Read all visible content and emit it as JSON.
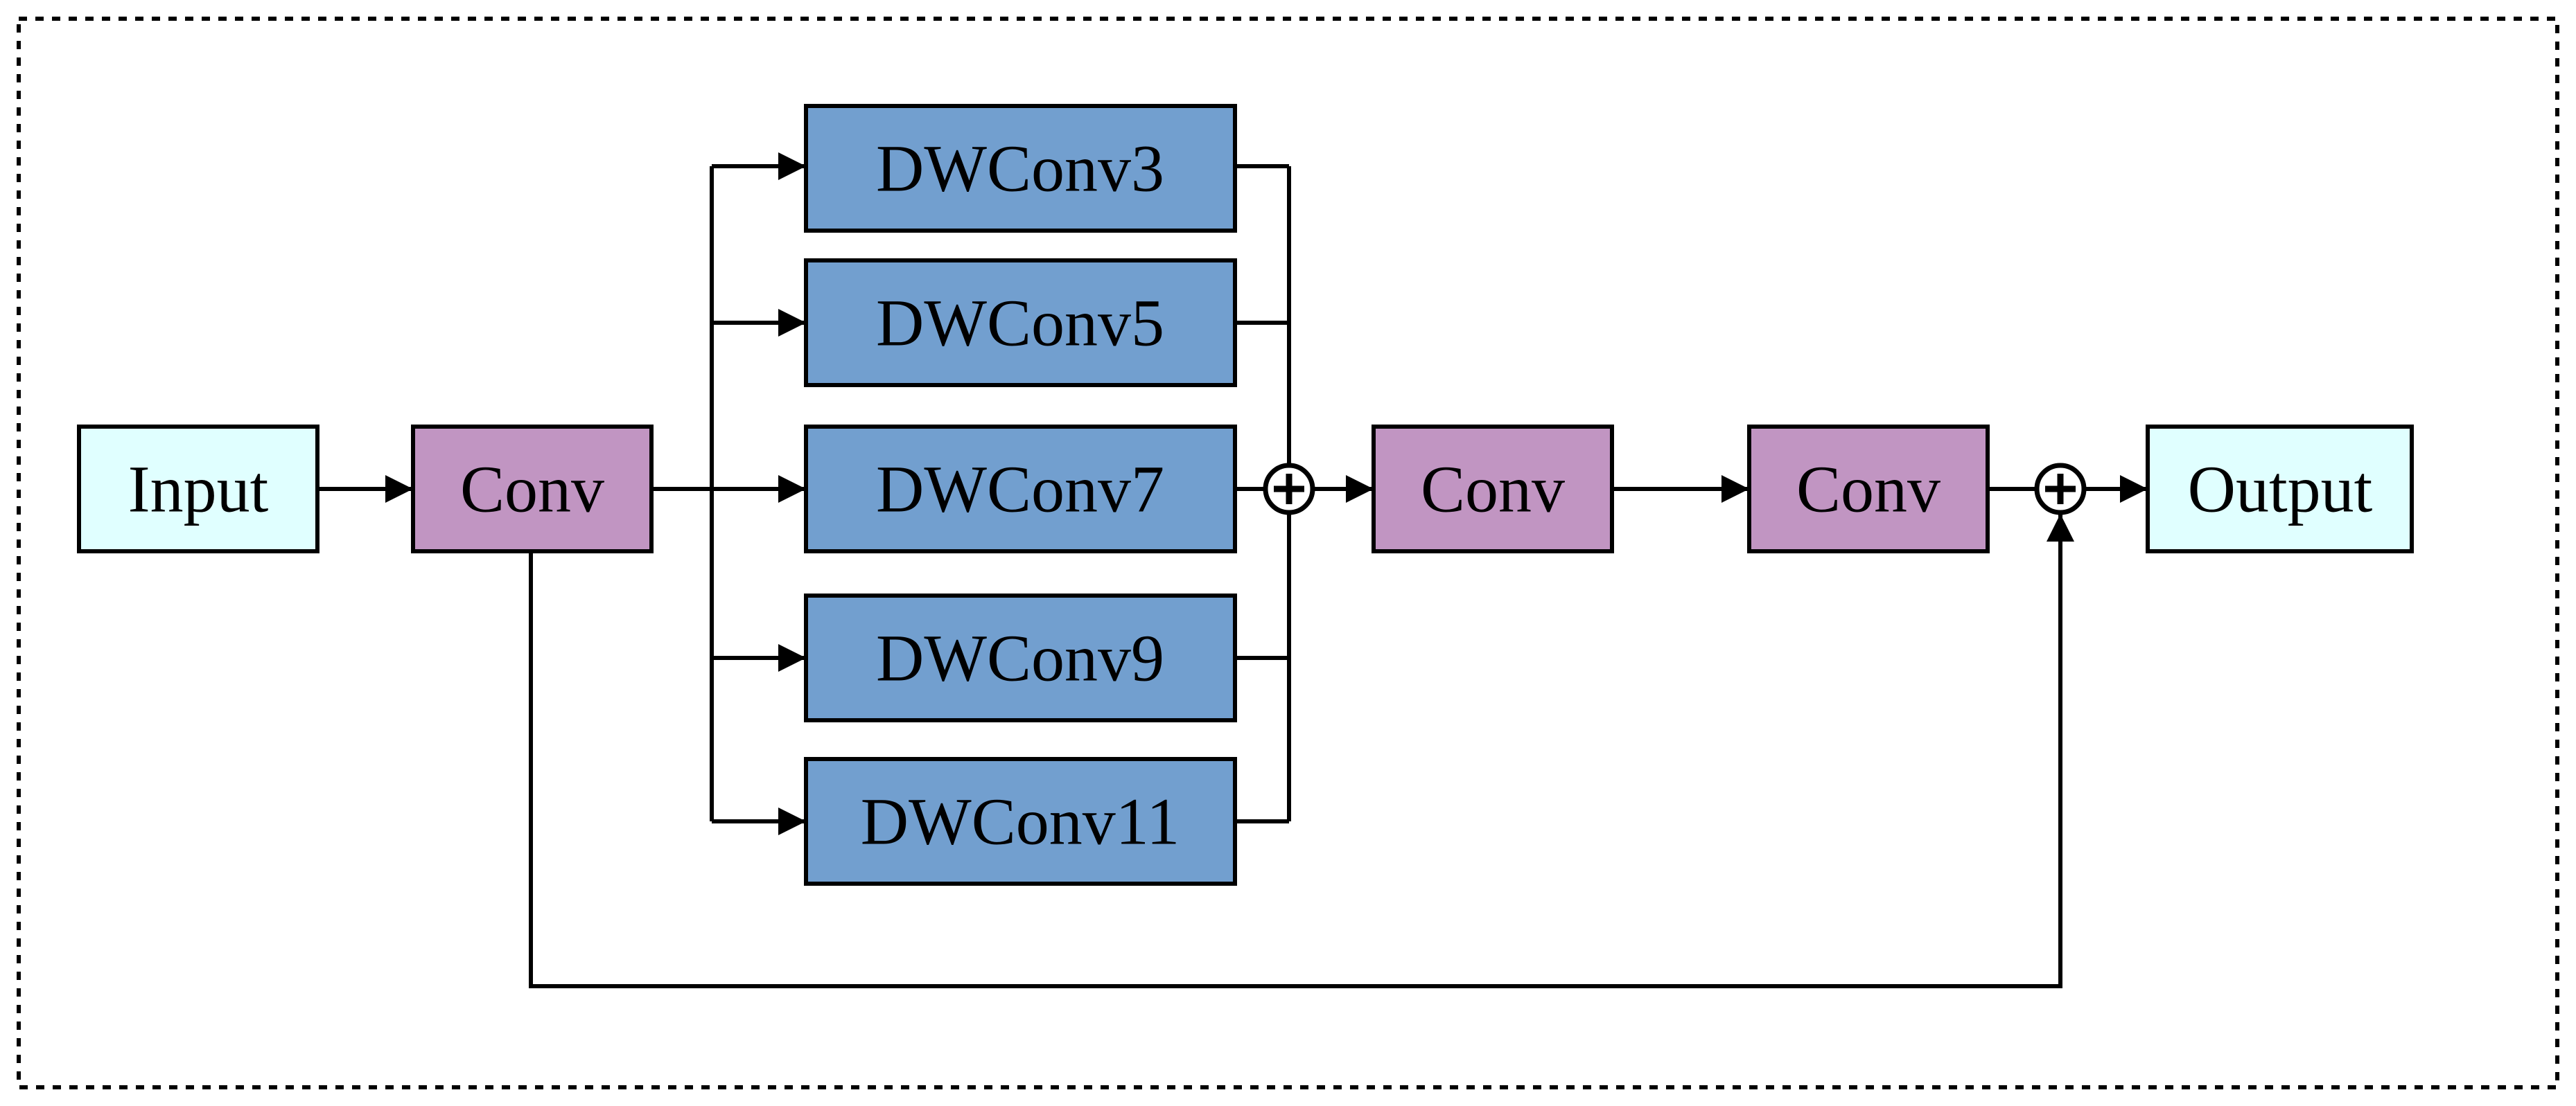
{
  "palette": {
    "io_fill": "#e0ffff",
    "conv_fill": "#c195c2",
    "dwconv_fill": "#729fcf",
    "stroke": "#000000",
    "background": "#ffffff"
  },
  "nodes": [
    {
      "id": "input",
      "label": "Input",
      "kind": "io"
    },
    {
      "id": "conv1",
      "label": "Conv",
      "kind": "conv"
    },
    {
      "id": "dw3",
      "label": "DWConv3",
      "kind": "dwconv"
    },
    {
      "id": "dw5",
      "label": "DWConv5",
      "kind": "dwconv"
    },
    {
      "id": "dw7",
      "label": "DWConv7",
      "kind": "dwconv"
    },
    {
      "id": "dw9",
      "label": "DWConv9",
      "kind": "dwconv"
    },
    {
      "id": "dw11",
      "label": "DWConv11",
      "kind": "dwconv"
    },
    {
      "id": "sum1",
      "label": "",
      "kind": "add"
    },
    {
      "id": "conv2",
      "label": "Conv",
      "kind": "conv"
    },
    {
      "id": "conv3",
      "label": "Conv",
      "kind": "conv"
    },
    {
      "id": "sum2",
      "label": "",
      "kind": "add"
    },
    {
      "id": "output",
      "label": "Output",
      "kind": "io"
    }
  ],
  "edges": [
    {
      "from": "input",
      "to": "conv1"
    },
    {
      "from": "conv1",
      "to": "dw3"
    },
    {
      "from": "conv1",
      "to": "dw5"
    },
    {
      "from": "conv1",
      "to": "dw7"
    },
    {
      "from": "conv1",
      "to": "dw9"
    },
    {
      "from": "conv1",
      "to": "dw11"
    },
    {
      "from": "dw3",
      "to": "sum1"
    },
    {
      "from": "dw5",
      "to": "sum1"
    },
    {
      "from": "dw7",
      "to": "sum1"
    },
    {
      "from": "dw9",
      "to": "sum1"
    },
    {
      "from": "dw11",
      "to": "sum1"
    },
    {
      "from": "sum1",
      "to": "conv2"
    },
    {
      "from": "conv2",
      "to": "conv3"
    },
    {
      "from": "conv3",
      "to": "sum2"
    },
    {
      "from": "conv1",
      "to": "sum2",
      "kind": "residual"
    },
    {
      "from": "sum2",
      "to": "output"
    }
  ]
}
